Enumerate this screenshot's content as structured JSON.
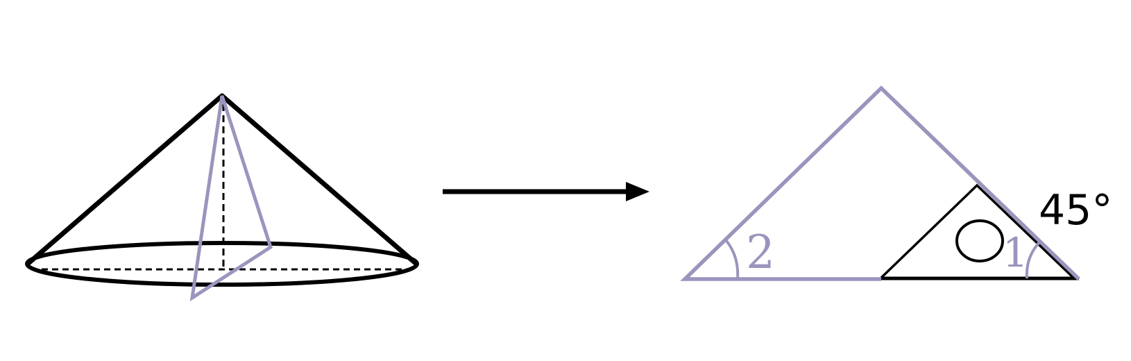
{
  "colors": {
    "background": "#ffffff",
    "ink": "#000000",
    "accent": "#9b94bd"
  },
  "labels": {
    "angle_2": "2",
    "angle_1": "1",
    "center_mark": "O",
    "angle_value": "45°"
  }
}
